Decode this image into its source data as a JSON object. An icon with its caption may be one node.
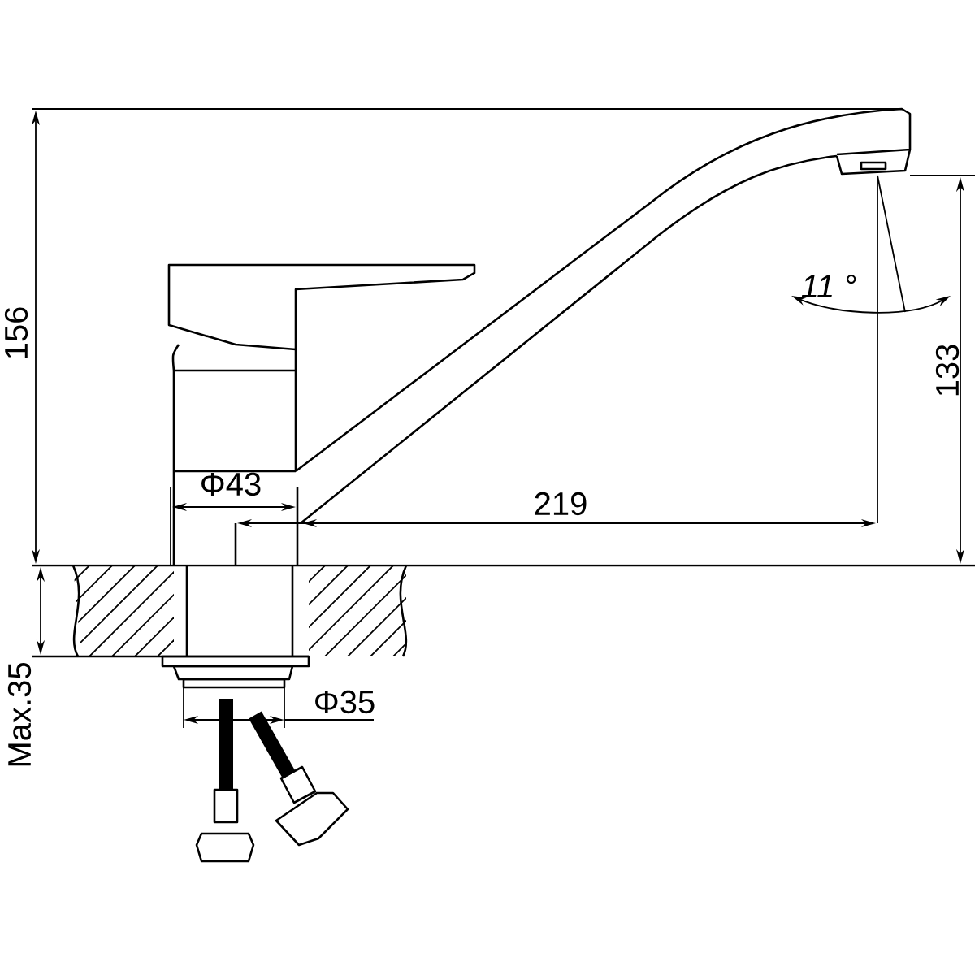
{
  "diagram": {
    "labels": [
      "156",
      "11 °",
      "133",
      "Φ43",
      "219",
      "Φ35",
      "Max.35"
    ]
  }
}
